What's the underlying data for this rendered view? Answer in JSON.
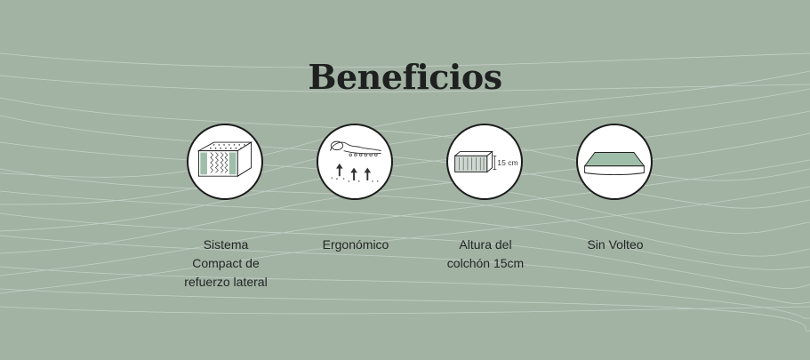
{
  "section": {
    "title": "Beneficios"
  },
  "benefits": [
    {
      "label_lines": [
        "Sistema",
        "Compact de",
        "refuerzo lateral"
      ],
      "icon": "pocket-spring-mattress-icon"
    },
    {
      "label_lines": [
        "Ergonómico"
      ],
      "icon": "ergonomic-body-support-icon"
    },
    {
      "label_lines": [
        "Altura del",
        "colchón 15cm"
      ],
      "icon": "mattress-height-icon",
      "icon_text": "15 cm"
    },
    {
      "label_lines": [
        "Sin Volteo"
      ],
      "icon": "no-flip-mattress-icon"
    }
  ],
  "colors": {
    "background": "#a2b3a4",
    "title": "#1e211f",
    "icon_accent": "#9fbeaa",
    "icon_outline": "#1c1c1c"
  }
}
